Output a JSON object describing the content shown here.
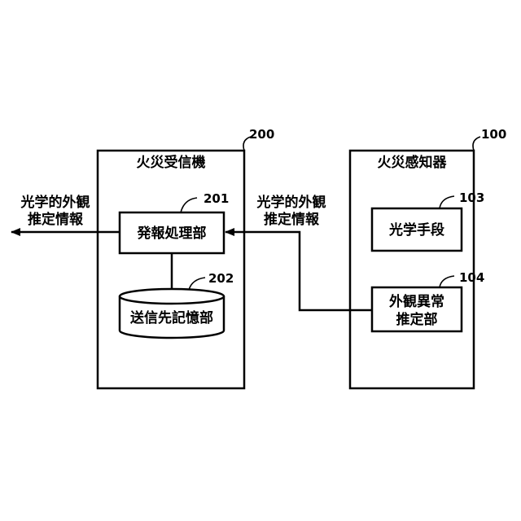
{
  "receiver": {
    "title": "火災受信機",
    "ref": "200",
    "alarm_unit": {
      "label": "発報処理部",
      "ref": "201"
    },
    "storage_unit": {
      "label": "送信先記憶部",
      "ref": "202"
    }
  },
  "detector": {
    "title": "火災感知器",
    "ref": "100",
    "optical_unit": {
      "label": "光学手段",
      "ref": "103"
    },
    "estimation_unit": {
      "line1": "外観異常",
      "line2": "推定部",
      "ref": "104"
    }
  },
  "flows": {
    "incoming": {
      "line1": "光学的外観",
      "line2": "推定情報"
    },
    "outgoing": {
      "line1": "光学的外観",
      "line2": "推定情報"
    }
  }
}
